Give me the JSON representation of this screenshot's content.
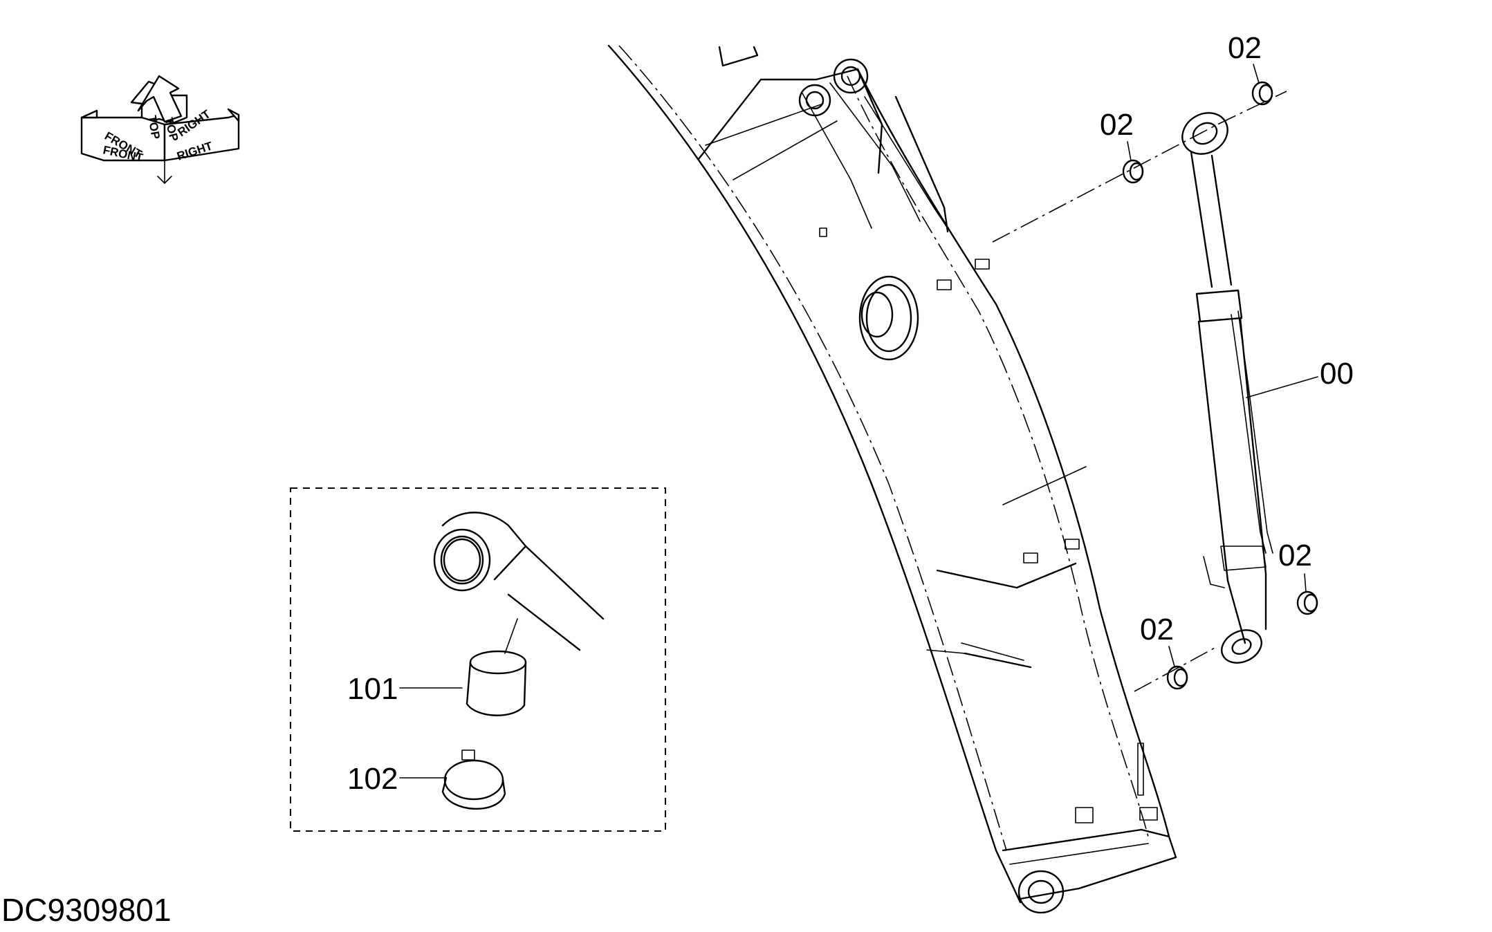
{
  "drawing_code": "DC9309801",
  "orientation": {
    "front": "FRONT",
    "top": "TOP",
    "right": "RIGHT"
  },
  "callouts": {
    "cylinder": "00",
    "pin_upper_right": "02",
    "pin_upper_left": "02",
    "pin_lower_right": "02",
    "pin_lower_left": "02",
    "bushing": "101",
    "seal": "102"
  }
}
